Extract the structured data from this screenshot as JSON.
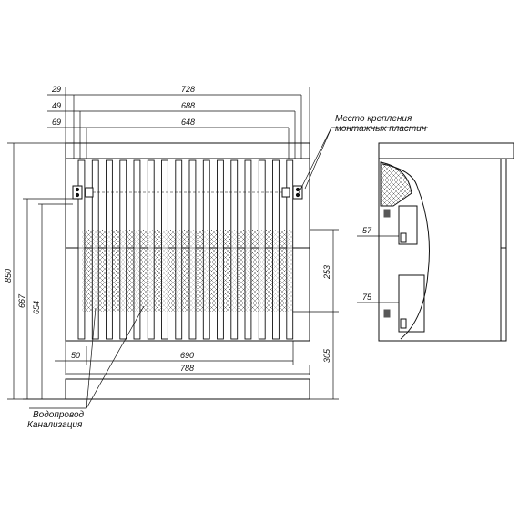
{
  "dimensions": {
    "top": [
      "29",
      "728",
      "49",
      "688",
      "69",
      "648"
    ],
    "left": [
      "850",
      "667",
      "654"
    ],
    "right": [
      "253",
      "305"
    ],
    "bottom": [
      "50",
      "690",
      "788"
    ],
    "side": [
      "57",
      "75"
    ]
  },
  "labels": {
    "mounting_line1": "Место крепления",
    "mounting_line2": "монтажных пластин",
    "water": "Водопровод",
    "sewer": "Канализация"
  }
}
